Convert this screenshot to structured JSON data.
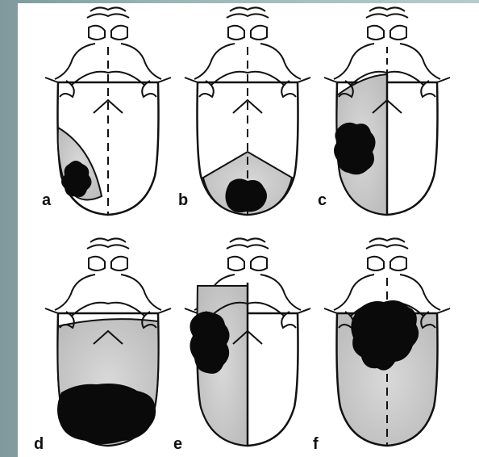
{
  "figure": {
    "panels": [
      {
        "label": "a"
      },
      {
        "label": "b"
      },
      {
        "label": "c"
      },
      {
        "label": "d"
      },
      {
        "label": "e"
      },
      {
        "label": "f"
      }
    ],
    "colors": {
      "background_left": "#7f9a9c",
      "background_right": "#b9cccd",
      "figure_bg": "#ffffff",
      "outline": "#111111",
      "shade": "#c9c9c9",
      "tumor": "#0a0a0a"
    }
  }
}
